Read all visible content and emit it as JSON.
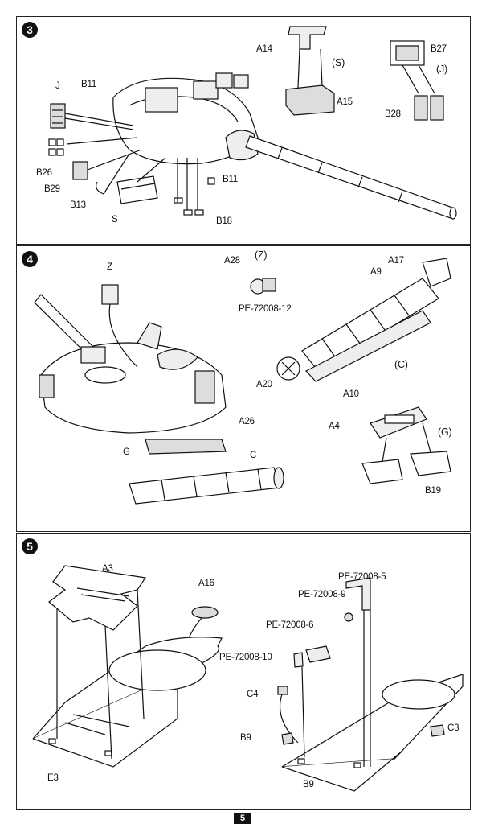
{
  "steps": [
    {
      "number": "3",
      "labels": {
        "a14": "A14",
        "s_group": "(S)",
        "a15": "A15",
        "b27": "B27",
        "j_group": "(J)",
        "b28": "B28",
        "j": "J",
        "b11_top": "B11",
        "b26": "B26",
        "b29": "B29",
        "b13": "B13",
        "s": "S",
        "b11_bottom": "B11",
        "b18": "B18"
      }
    },
    {
      "number": "4",
      "labels": {
        "z": "Z",
        "a28": "A28",
        "z_group": "(Z)",
        "pe_12": "PE-72008-12",
        "a17": "A17",
        "a9": "A9",
        "a20": "A20",
        "c_group": "(C)",
        "a10": "A10",
        "a26": "A26",
        "g": "G",
        "c": "C",
        "a4": "A4",
        "g_group": "(G)",
        "b19": "B19"
      }
    },
    {
      "number": "5",
      "labels": {
        "a3": "A3",
        "a16": "A16",
        "e3": "E3",
        "pe_5": "PE-72008-5",
        "pe_9": "PE-72008-9",
        "pe_6": "PE-72008-6",
        "pe_10": "PE-72008-10",
        "c4": "C4",
        "b9_a": "B9",
        "b9_b": "B9",
        "c3": "C3"
      }
    }
  ],
  "page_number": "5",
  "colors": {
    "ink": "#111111",
    "fill": "#ffffff",
    "shade": "#d9d9d9"
  }
}
